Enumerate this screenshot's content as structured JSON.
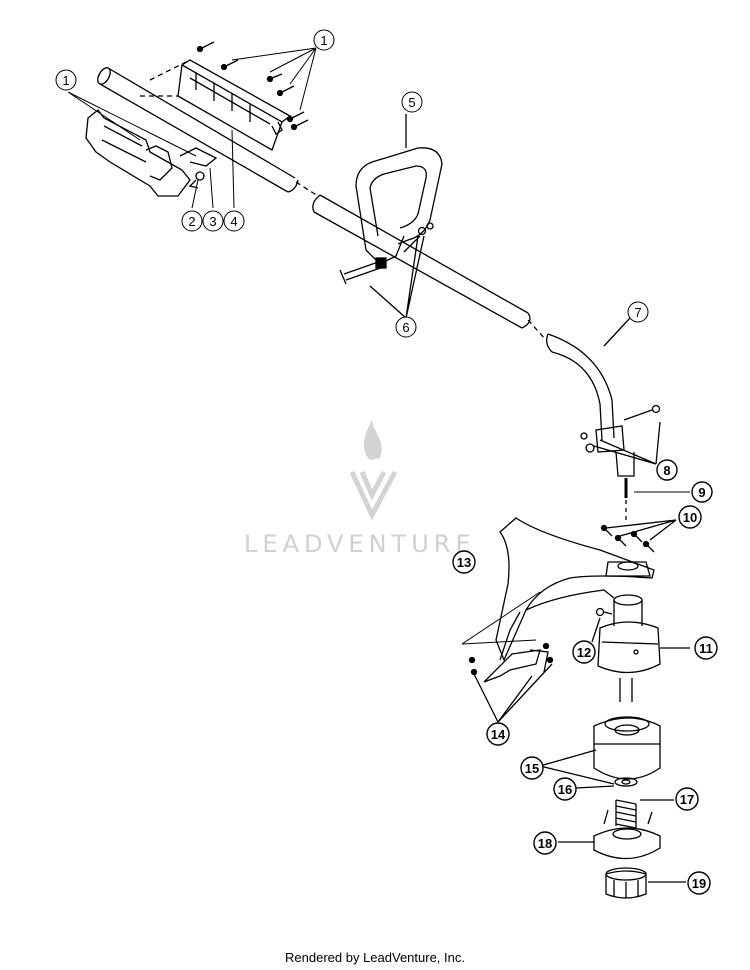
{
  "watermark": {
    "text": "LEADVENTURE"
  },
  "callouts": [
    "1",
    "1",
    "2",
    "3",
    "4",
    "5",
    "6",
    "7",
    "8",
    "9",
    "10",
    "11",
    "12",
    "13",
    "14",
    "15",
    "16",
    "17",
    "18",
    "19"
  ],
  "footer": {
    "text": "Rendered by LeadVenture, Inc."
  }
}
